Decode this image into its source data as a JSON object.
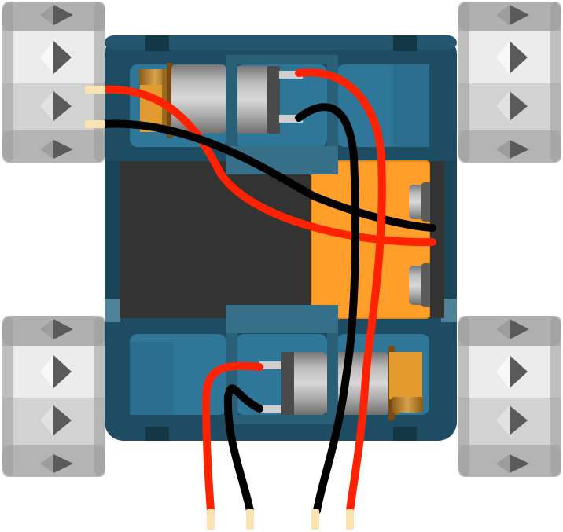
{
  "colors": {
    "chassis": "#1f4e64",
    "chassis_dark": "#173d4f",
    "bay": "#2e7799",
    "battery_body": "#333333",
    "battery_label": "#ff9f2a",
    "wheel_light": "#e8e8e8",
    "wheel_mid": "#cfcfcf",
    "wheel_dark": "#9c9c9c",
    "wire_red": "#ff2200",
    "wire_black": "#000000",
    "wire_tip": "#fbe3b0",
    "motor_metal": "#9a9a9a",
    "motor_brass": "#c78a2a"
  },
  "components": {
    "wheels": [
      "front-left-wheel",
      "front-right-wheel",
      "rear-left-wheel",
      "rear-right-wheel"
    ],
    "motors": [
      "top-motor",
      "bottom-motor"
    ],
    "battery": "9v-battery",
    "wires": [
      "red",
      "black",
      "red",
      "black",
      "red",
      "black"
    ]
  }
}
